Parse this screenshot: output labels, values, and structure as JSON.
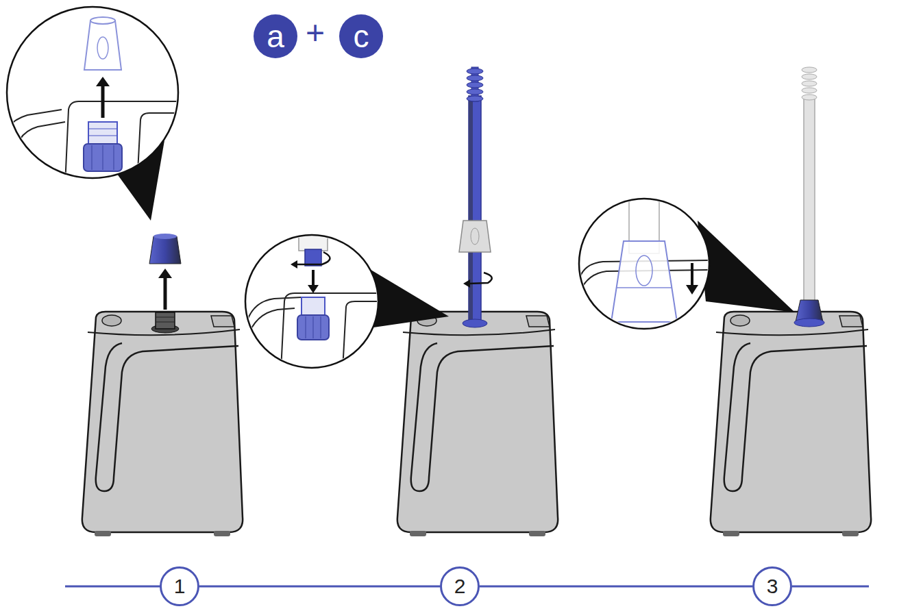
{
  "diagram": {
    "nodes": [
      {
        "text": [
          "a"
        ]
      },
      {
        "text": [
          "c"
        ]
      },
      {
        "text": [
          "1"
        ]
      },
      {
        "text": [
          "2"
        ]
      },
      {
        "text": [
          "3"
        ]
      }
    ],
    "edges": [
      {
        "from": 2,
        "to": 3,
        "arrow": "none"
      },
      {
        "from": 3,
        "to": 4,
        "arrow": "none"
      }
    ],
    "labels": [
      "+"
    ]
  }
}
